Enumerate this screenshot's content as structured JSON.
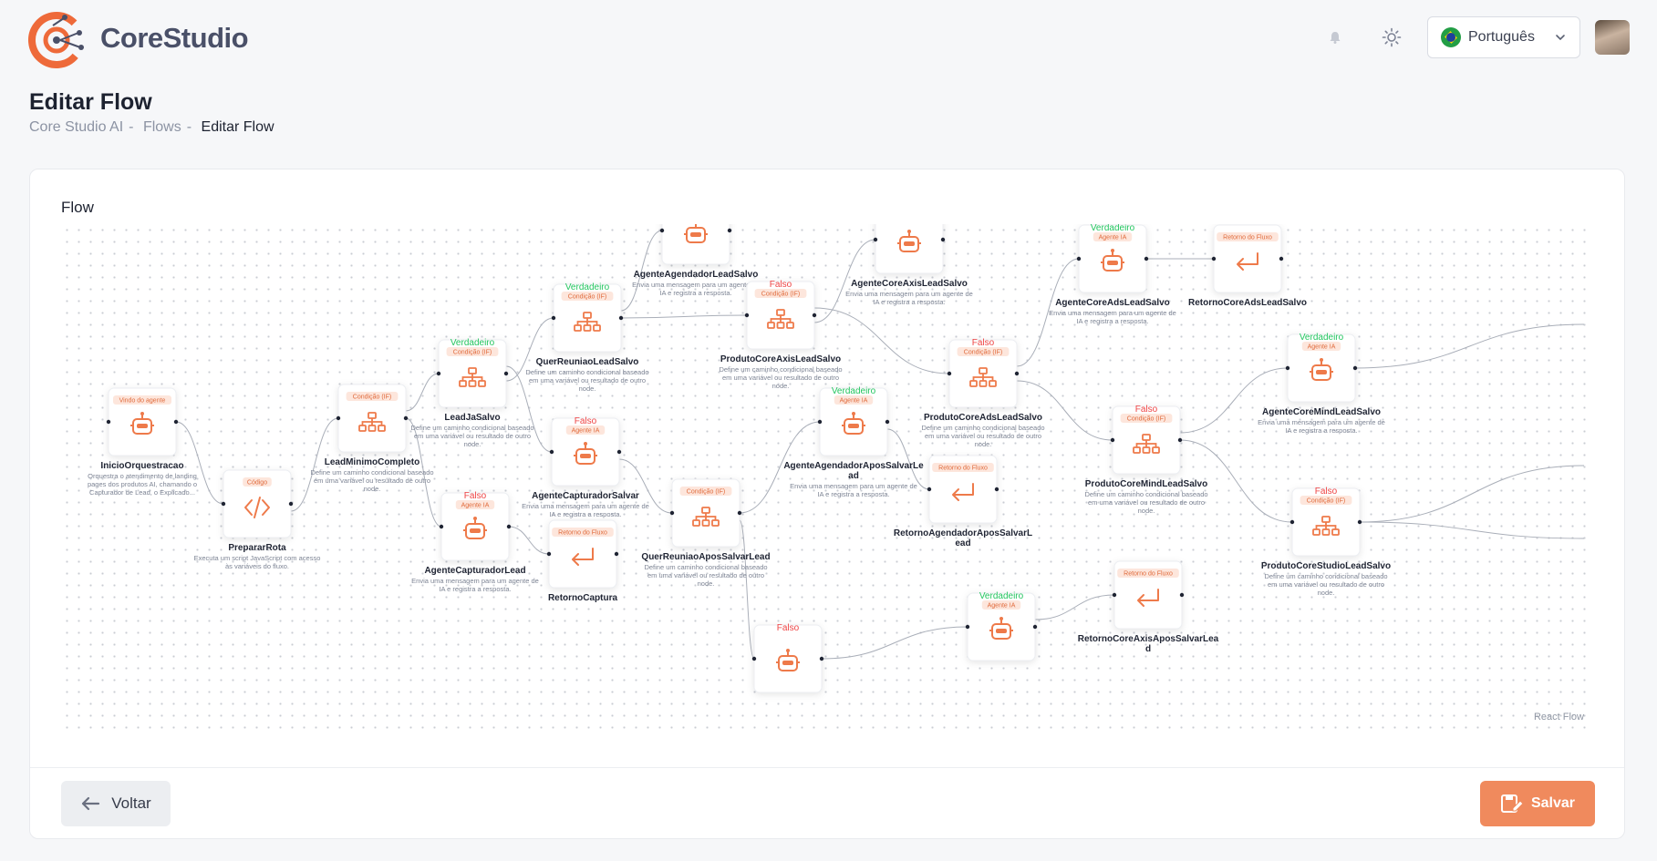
{
  "header": {
    "logo_text": "CoreStudio",
    "language": "Português",
    "icons": {
      "notification": "bell-icon",
      "theme": "sun-icon",
      "language_dropdown": "chevron-down-icon"
    }
  },
  "page": {
    "title": "Editar Flow",
    "breadcrumb": [
      "Core Studio AI",
      "Flows",
      "Editar Flow"
    ]
  },
  "flow": {
    "card_title": "Flow",
    "attribution": "React Flow",
    "nodes": [
      {
        "title": "InicioOrquestracao",
        "tag": "Vindo do agente",
        "icon": "robot-icon",
        "desc": [
          "Orquestra o atendimento de landing",
          "pages dos produtos AI, chamando o",
          "Capturador de Lead, o Explicado..."
        ]
      },
      {
        "title": "PrepararRota",
        "tag": "Código",
        "icon": "code-icon",
        "desc": [
          "Executa um script JavaScript com acesso",
          "às variáveis do fluxo."
        ]
      },
      {
        "title": "LeadMinimoCompleto",
        "tag": "Condição (IF)",
        "icon": "hierarchy-icon",
        "desc": [
          "Define um caminho condicional baseado",
          "em uma variável ou resultado de outro",
          "node."
        ]
      },
      {
        "title": "LeadJaSalvo",
        "tag": "Condição (IF)",
        "badge": "Verdadeiro",
        "icon": "hierarchy-icon",
        "desc": [
          "Define um caminho condicional baseado",
          "em uma variável ou resultado de outro",
          "node."
        ]
      },
      {
        "title": "AgenteCapturadorLead",
        "tag": "Agente IA",
        "badge": "Falso",
        "icon": "robot-icon",
        "desc": [
          "Envia uma mensagem para um agente de",
          "IA e registra a resposta."
        ]
      },
      {
        "title": "QuerReuniaoLeadSalvo",
        "tag": "Condição (IF)",
        "badge": "Verdadeiro",
        "icon": "hierarchy-icon",
        "desc": [
          "Define um caminho condicional baseado",
          "em uma variável ou resultado de outro",
          "node."
        ]
      },
      {
        "title": "AgenteCapturadorSalvar",
        "tag": "Agente IA",
        "badge": "Falso",
        "icon": "robot-icon",
        "desc": [
          "Envia uma mensagem para um agente de",
          "IA e registra a resposta."
        ]
      },
      {
        "title": "RetornoCaptura",
        "tag": "Retorno do Fluxo",
        "icon": "return-icon",
        "desc": []
      },
      {
        "title": "AgenteAgendadorLeadSalvo",
        "tag": "",
        "icon": "robot-icon",
        "desc": [
          "Envia uma mensagem para um agente de",
          "IA e registra a resposta."
        ]
      },
      {
        "title": "ProdutoCoreAxisLeadSalvo",
        "tag": "Condição (IF)",
        "badge": "Falso",
        "icon": "hierarchy-icon",
        "desc": [
          "Define um caminho condicional baseado",
          "em uma variável ou resultado de outro",
          "node."
        ]
      },
      {
        "title": "QuerReuniaoAposSalvarLead",
        "tag": "Condição (IF)",
        "icon": "hierarchy-icon",
        "desc": [
          "Define um caminho condicional baseado",
          "em uma variável ou resultado de outro",
          "node."
        ]
      },
      {
        "title": "AgenteAgendadorAposSalvarLead",
        "tag": "Agente IA",
        "badge": "Verdadeiro",
        "icon": "robot-icon",
        "desc": [
          "Envia uma mensagem para um agente de",
          "IA e registra a resposta."
        ]
      },
      {
        "title": "AgenteCoreAxisLeadSalvo",
        "tag": "",
        "icon": "robot-icon",
        "desc": [
          "Envia uma mensagem para um agente de",
          "IA e registra a resposta."
        ]
      },
      {
        "title": "RetornoAgendadorAposSalvarLead",
        "tag": "Retorno do Fluxo",
        "icon": "return-icon",
        "desc": []
      },
      {
        "title": "ProdutoCoreAdsLeadSalvo",
        "tag": "Condição (IF)",
        "badge": "Falso",
        "icon": "hierarchy-icon",
        "desc": [
          "Define um caminho condicional baseado",
          "em uma variável ou resultado de outro",
          "node."
        ]
      },
      {
        "title": "AgenteCoreAdsLeadSalvo",
        "tag": "Agente IA",
        "badge": "Verdadeiro",
        "icon": "robot-icon",
        "desc": [
          "Envia uma mensagem para um agente de",
          "IA e registra a resposta."
        ]
      },
      {
        "title": "RetornoCoreAdsLeadSalvo",
        "tag": "Retorno do Fluxo",
        "icon": "return-icon",
        "desc": []
      },
      {
        "title": "ProdutoCoreMindLeadSalvo",
        "tag": "Condição (IF)",
        "badge": "Falso",
        "icon": "hierarchy-icon",
        "desc": [
          "Define um caminho condicional baseado",
          "em uma variável ou resultado de outro",
          "node."
        ]
      },
      {
        "title": "AgenteCoreMindLeadSalvo",
        "tag": "Agente IA",
        "badge": "Verdadeiro",
        "icon": "robot-icon",
        "desc": [
          "Envia uma mensagem para um agente de",
          "IA e registra a resposta."
        ]
      },
      {
        "title": "ProdutoCoreStudioLeadSalvo",
        "tag": "Condição (IF)",
        "badge": "Falso",
        "icon": "hierarchy-icon",
        "desc": [
          "Define um caminho condicional baseado",
          "em uma variável ou resultado de outro",
          "node."
        ]
      },
      {
        "title": "RetornoCoreAxisAposSalvarLead",
        "tag": "Retorno do Fluxo",
        "icon": "return-icon",
        "desc": []
      },
      {
        "title": "",
        "tag": "Agente IA",
        "badge": "Verdadeiro",
        "icon": "robot-icon",
        "desc": []
      },
      {
        "title": "",
        "tag": "",
        "badge": "Falso",
        "icon": "robot-icon",
        "desc": []
      }
    ]
  },
  "footer": {
    "back_label": "Voltar",
    "save_label": "Salvar",
    "icons": {
      "back": "arrow-left-icon",
      "save": "save-icon"
    }
  },
  "colors": {
    "accent": "#f08a5d",
    "node_icon": "#ee7a4a",
    "true_badge": "#22c55e",
    "false_badge": "#ef4444"
  }
}
